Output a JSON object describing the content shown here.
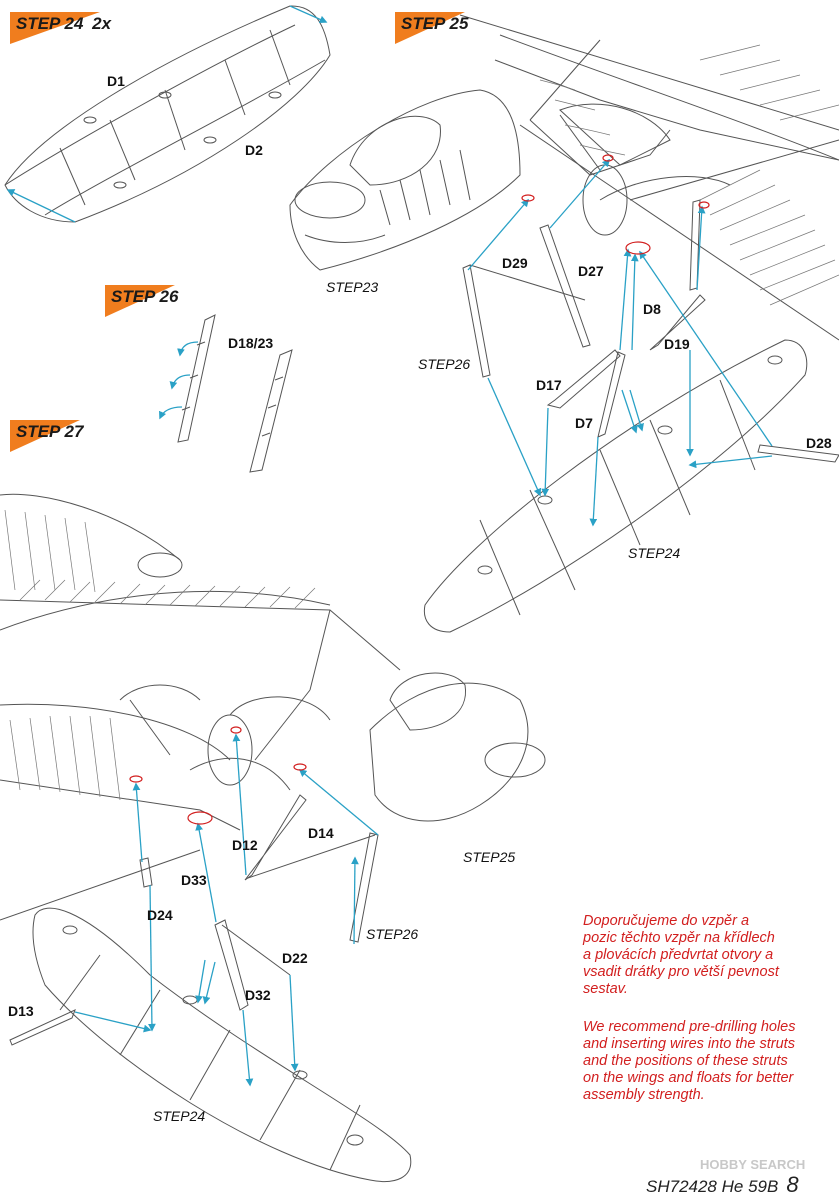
{
  "steps": {
    "s24": {
      "label": "STEP 24",
      "qty": "2x"
    },
    "s25": {
      "label": "STEP 25"
    },
    "s26": {
      "label": "STEP 26"
    },
    "s27": {
      "label": "STEP 27"
    }
  },
  "parts": {
    "d1": "D1",
    "d2": "D2",
    "d18_23": "D18/23",
    "d29": "D29",
    "d27": "D27",
    "d8": "D8",
    "d19": "D19",
    "d17": "D17",
    "d7": "D7",
    "d28": "D28",
    "d12": "D12",
    "d14": "D14",
    "d33": "D33",
    "d24": "D24",
    "d22": "D22",
    "d32": "D32",
    "d13": "D13"
  },
  "refs": {
    "step23": "STEP23",
    "step26_a": "STEP26",
    "step24_a": "STEP24",
    "step25_b": "STEP25",
    "step26_b": "STEP26",
    "step24_b": "STEP24"
  },
  "note": {
    "cz": [
      "Doporučujeme do vzpěr a",
      "pozic těchto vzpěr na křídlech",
      "a plovácích předvrtat otvory a",
      "vsadit drátky pro větší pevnost",
      "sestav."
    ],
    "en": [
      "We recommend pre-drilling holes",
      "and inserting wires into the struts",
      "and the positions of these struts",
      "on the wings and floats for better",
      "assembly strength."
    ]
  },
  "footer": {
    "code": "SH72428 He 59B",
    "page": "8"
  },
  "watermark": "HOBBY SEARCH",
  "colors": {
    "orange": "#f07d1e",
    "arrow": "#2aa1c6",
    "red_note": "#d21f1f",
    "line": "#555555"
  }
}
